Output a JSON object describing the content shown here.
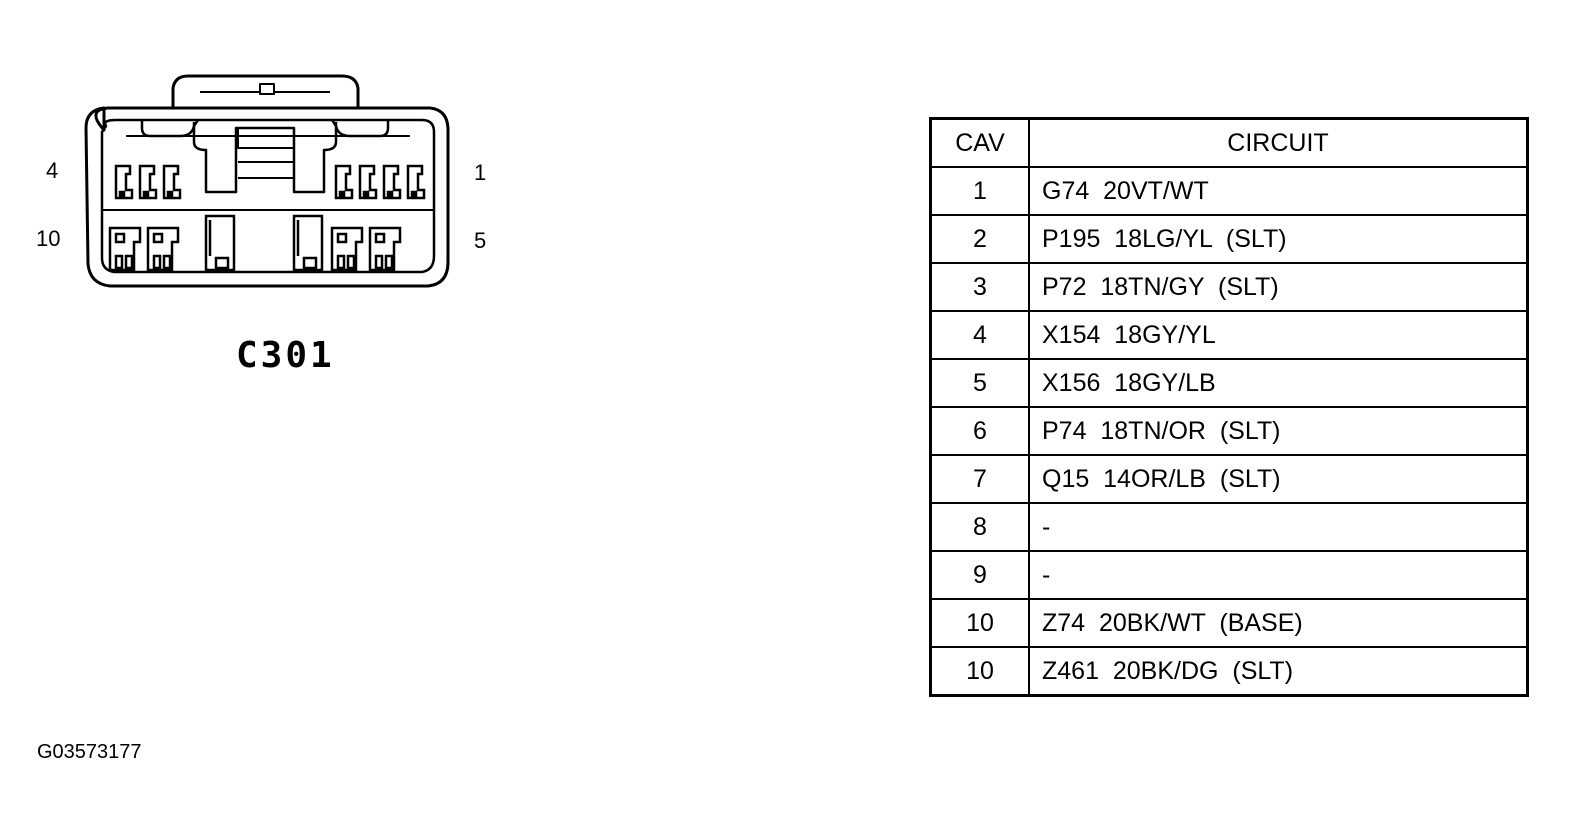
{
  "connector": {
    "name": "C301",
    "pin_labels": {
      "top_left": "4",
      "top_right": "1",
      "bottom_left": "10",
      "bottom_right": "5"
    }
  },
  "figure_id": "G03573177",
  "table": {
    "headers": [
      "CAV",
      "CIRCUIT"
    ],
    "rows": [
      {
        "cav": "1",
        "circuit": "G74  20VT/WT"
      },
      {
        "cav": "2",
        "circuit": "P195  18LG/YL  (SLT)"
      },
      {
        "cav": "3",
        "circuit": "P72  18TN/GY  (SLT)"
      },
      {
        "cav": "4",
        "circuit": "X154  18GY/YL"
      },
      {
        "cav": "5",
        "circuit": "X156  18GY/LB"
      },
      {
        "cav": "6",
        "circuit": "P74  18TN/OR  (SLT)"
      },
      {
        "cav": "7",
        "circuit": "Q15  14OR/LB  (SLT)"
      },
      {
        "cav": "8",
        "circuit": "-"
      },
      {
        "cav": "9",
        "circuit": "-"
      },
      {
        "cav": "10",
        "circuit": "Z74  20BK/WT  (BASE)"
      },
      {
        "cav": "10",
        "circuit": "Z461  20BK/DG  (SLT)"
      }
    ]
  }
}
